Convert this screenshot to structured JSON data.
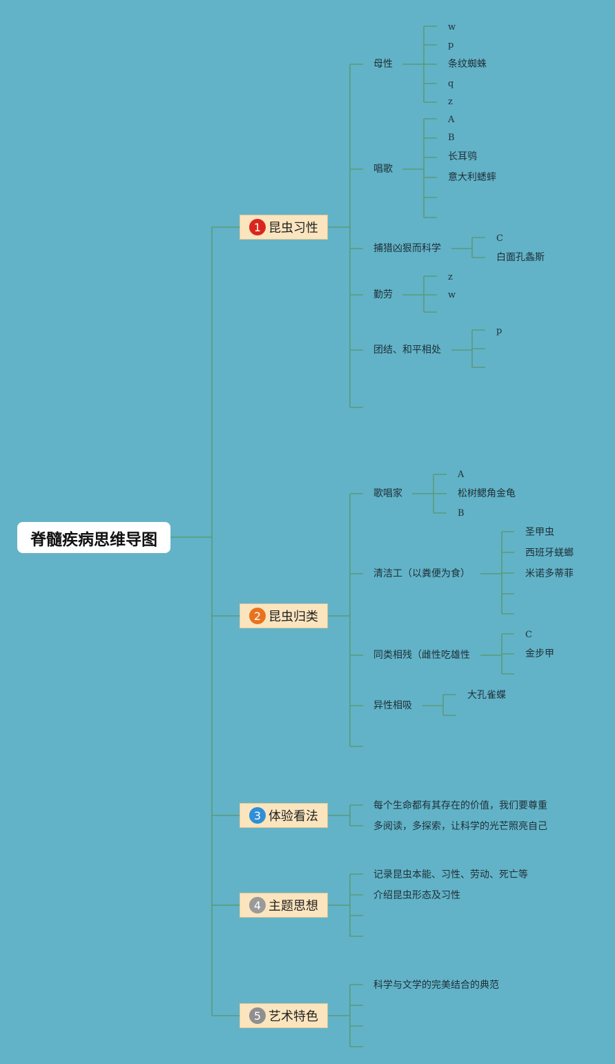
{
  "root": {
    "label": "脊髓疾病思维导图"
  },
  "colors": {
    "background": "#62b3c8",
    "line": "#5a9a78",
    "branch_fill": "#fbe5bf",
    "badge_1": "#d9261c",
    "badge_2": "#e8731e",
    "badge_3": "#2f8fd6",
    "badge_4": "#9a9a9a",
    "badge_5": "#8f8f8f"
  },
  "branches": [
    {
      "number": "1",
      "label": "昆虫习性",
      "children": [
        {
          "label": "母性",
          "children": [
            "w",
            "p",
            "条纹蜘蛛",
            "q",
            "z"
          ]
        },
        {
          "label": "唱歌",
          "children": [
            "A",
            "B",
            "长耳鸮",
            "意大利蟋蟀"
          ]
        },
        {
          "label": "捕猎凶狠而科学",
          "children": [
            "C",
            "白面孔螽斯"
          ]
        },
        {
          "label": "勤劳",
          "children": [
            "z",
            "w"
          ]
        },
        {
          "label": "团结、和平相处",
          "children": [
            "p"
          ]
        }
      ]
    },
    {
      "number": "2",
      "label": "昆虫归类",
      "children": [
        {
          "label": "歌唱家",
          "children": [
            "A",
            "松树鳃角金龟",
            "B"
          ]
        },
        {
          "label": "清洁工（以粪便为食）",
          "children": [
            "圣甲虫",
            "西班牙蜣螂",
            "米诺多蒂菲"
          ]
        },
        {
          "label": "同类相残（雌性吃雄性",
          "children": [
            "C",
            "金步甲"
          ]
        },
        {
          "label": "异性相吸",
          "children": [
            "大孔雀蝶"
          ]
        }
      ]
    },
    {
      "number": "3",
      "label": "体验看法",
      "children": [
        {
          "label": "每个生命都有其存在的价值，我们要尊重"
        },
        {
          "label": "多阅读，多探索，让科学的光芒照亮自己"
        }
      ]
    },
    {
      "number": "4",
      "label": "主题思想",
      "children": [
        {
          "label": "记录昆虫本能、习性、劳动、死亡等"
        },
        {
          "label": "介绍昆虫形态及习性"
        }
      ]
    },
    {
      "number": "5",
      "label": "艺术特色",
      "children": [
        {
          "label": "科学与文学的完美结合的典范"
        }
      ]
    }
  ]
}
